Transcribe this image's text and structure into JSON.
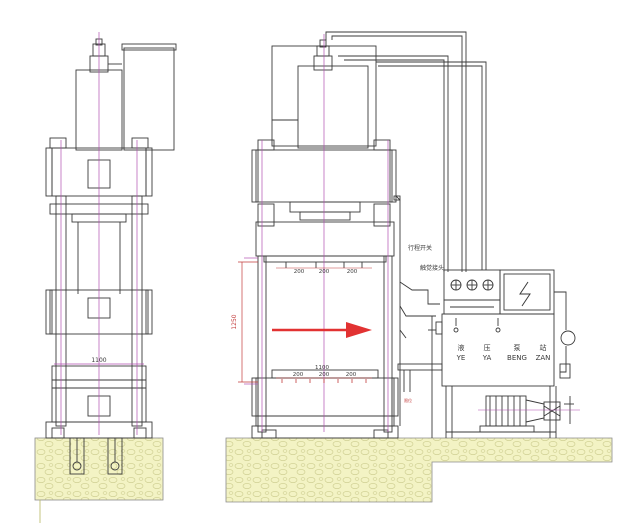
{
  "side_view": {
    "dim_width": "1100"
  },
  "front_view": {
    "dim_height": "1250",
    "dim_width": "1100",
    "spacing_upper": [
      "200",
      "200",
      "200"
    ],
    "spacing_lower": [
      "200",
      "200",
      "200"
    ],
    "label_limit_switch": "行程开关",
    "label_proximity_switch": "触觉接头",
    "label_small": "限位"
  },
  "pump_station": {
    "row1": [
      "液",
      "压",
      "泵",
      "站"
    ],
    "row2": [
      "YE",
      "YA",
      "BENG",
      "ZAN"
    ]
  },
  "colors": {
    "line": "#3a3a3a",
    "centerline": "#b04fb0",
    "dimension": "#c23a3a",
    "arrow": "#e23232",
    "foundation": "#f3f3c4",
    "foundation_edge": "#8c8c8c"
  }
}
